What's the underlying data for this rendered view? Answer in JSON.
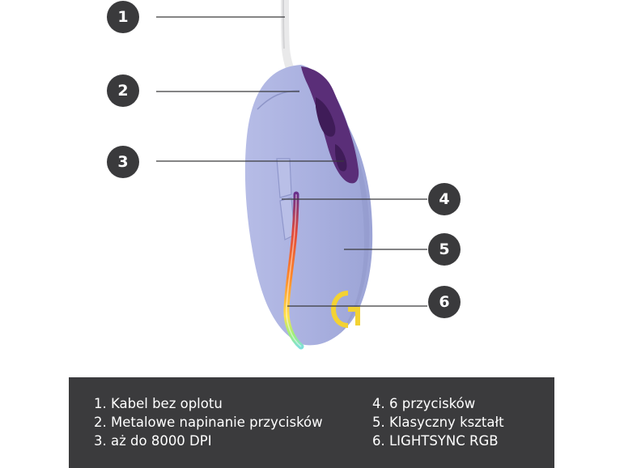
{
  "callouts": [
    {
      "number": "1",
      "feature": "1. Kabel bez oplotu"
    },
    {
      "number": "2",
      "feature": "2. Metalowe napinanie przycisków"
    },
    {
      "number": "3",
      "feature": "3. aż do 8000 DPI"
    },
    {
      "number": "4",
      "feature": "4. 6 przycisków"
    },
    {
      "number": "5",
      "feature": "5. Klasyczny kształt"
    },
    {
      "number": "6",
      "feature": "6. LIGHTSYNC RGB"
    }
  ],
  "colors": {
    "mouse_body": "#a9b0e0",
    "mouse_buttons": "#5a2e78",
    "callout_circle": "#3a3a3c",
    "legend_background": "#3b3b3d",
    "logo": "#f3d233"
  },
  "image": {
    "subject": "mouse-illustration"
  }
}
